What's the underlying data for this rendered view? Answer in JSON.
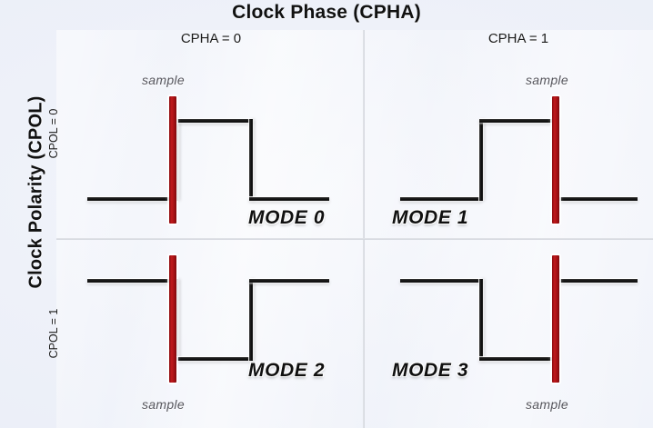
{
  "diagram": {
    "top_title": "Clock Phase (CPHA)",
    "left_title": "Clock Polarity (CPOL)",
    "col_labels": [
      "CPHA = 0",
      "CPHA = 1"
    ],
    "row_labels": [
      "CPOL = 0",
      "CPOL = 1"
    ],
    "sample_label": "sample",
    "accent_color": "#b01719",
    "line_color": "#111111",
    "background_color": "#edf0f9",
    "divider_color": "#b9bec9"
  },
  "quadrants": [
    {
      "mode_label": "MODE 0",
      "cpol": 0,
      "cpha": 0,
      "idle_level": "low",
      "sample_edge": "rising",
      "sample_marker_position": "top",
      "pulse": "low-high-low"
    },
    {
      "mode_label": "MODE 1",
      "cpol": 0,
      "cpha": 1,
      "idle_level": "low",
      "sample_edge": "falling",
      "sample_marker_position": "top",
      "pulse": "low-high-low"
    },
    {
      "mode_label": "MODE 2",
      "cpol": 1,
      "cpha": 0,
      "idle_level": "high",
      "sample_edge": "falling",
      "sample_marker_position": "bottom",
      "pulse": "high-low-high"
    },
    {
      "mode_label": "MODE 3",
      "cpol": 1,
      "cpha": 1,
      "idle_level": "high",
      "sample_edge": "rising",
      "sample_marker_position": "bottom",
      "pulse": "high-low-high"
    }
  ]
}
